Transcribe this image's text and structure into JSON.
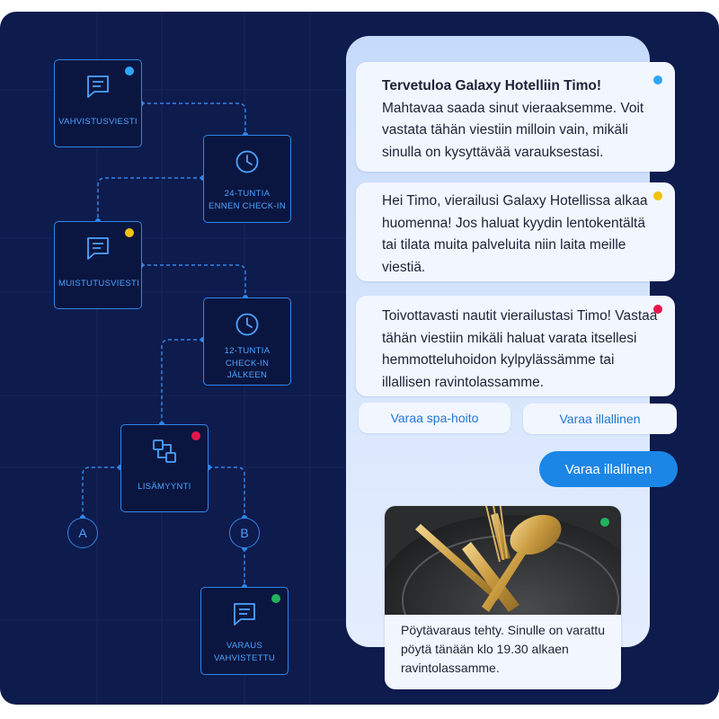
{
  "flow": {
    "nodes": [
      {
        "label": "VAHVISTUSVIESTI",
        "icon": "chat-icon",
        "dot": "#2ea6f5"
      },
      {
        "label": "24-TUNTIA\nENNEN CHECK-IN",
        "icon": "clock-icon"
      },
      {
        "label": "MUISTUTUSVIESTI",
        "icon": "chat-icon",
        "dot": "#f2c20f"
      },
      {
        "label": "12-TUNTIA\nCHECK-IN\nJÄLKEEN",
        "icon": "clock-icon"
      },
      {
        "label": "LISÄMYYNTI",
        "icon": "flow-icon",
        "dot": "#e8154a"
      },
      {
        "label": "VARAUS\nVAHVISTETTU",
        "icon": "chat-icon",
        "dot": "#22b35e"
      }
    ],
    "branch_a": "A",
    "branch_b": "B"
  },
  "chat": {
    "messages": [
      {
        "title": "Tervetuloa Galaxy Hotelliin Timo!",
        "text": "Mahtavaa saada sinut vieraaksemme. Voit vastata tähän viestiin milloin vain, mikäli sinulla on kysyttävää varauksestasi.",
        "dot": "#2ea6f5"
      },
      {
        "text": "Hei Timo, vierailusi Galaxy Hotellissa alkaa huomenna! Jos haluat kyydin lentokentältä tai tilata muita palveluita niin laita meille viestiä.",
        "dot": "#f2c20f"
      },
      {
        "text": "Toivottavasti nautit vierailustasi Timo! Vastaa tähän viestiin mikäli haluat varata itsellesi hemmotteluhoidon kylpylässämme tai illallisen ravintolassamme.",
        "dot": "#e8154a"
      }
    ],
    "quick_replies": [
      "Varaa spa-hoito",
      "Varaa illallinen"
    ],
    "sent_reply": "Varaa illallinen",
    "confirmation": {
      "text": "Pöytävaraus tehty. Sinulle on varattu pöytä tänään klo 19.30 alkaen ravintolassamme.",
      "dot": "#22b35e",
      "image": "cutlery-photo"
    }
  },
  "colors": {
    "background": "#0e1b4d",
    "node_border": "#2f86e8",
    "accent": "#1b86e6"
  }
}
